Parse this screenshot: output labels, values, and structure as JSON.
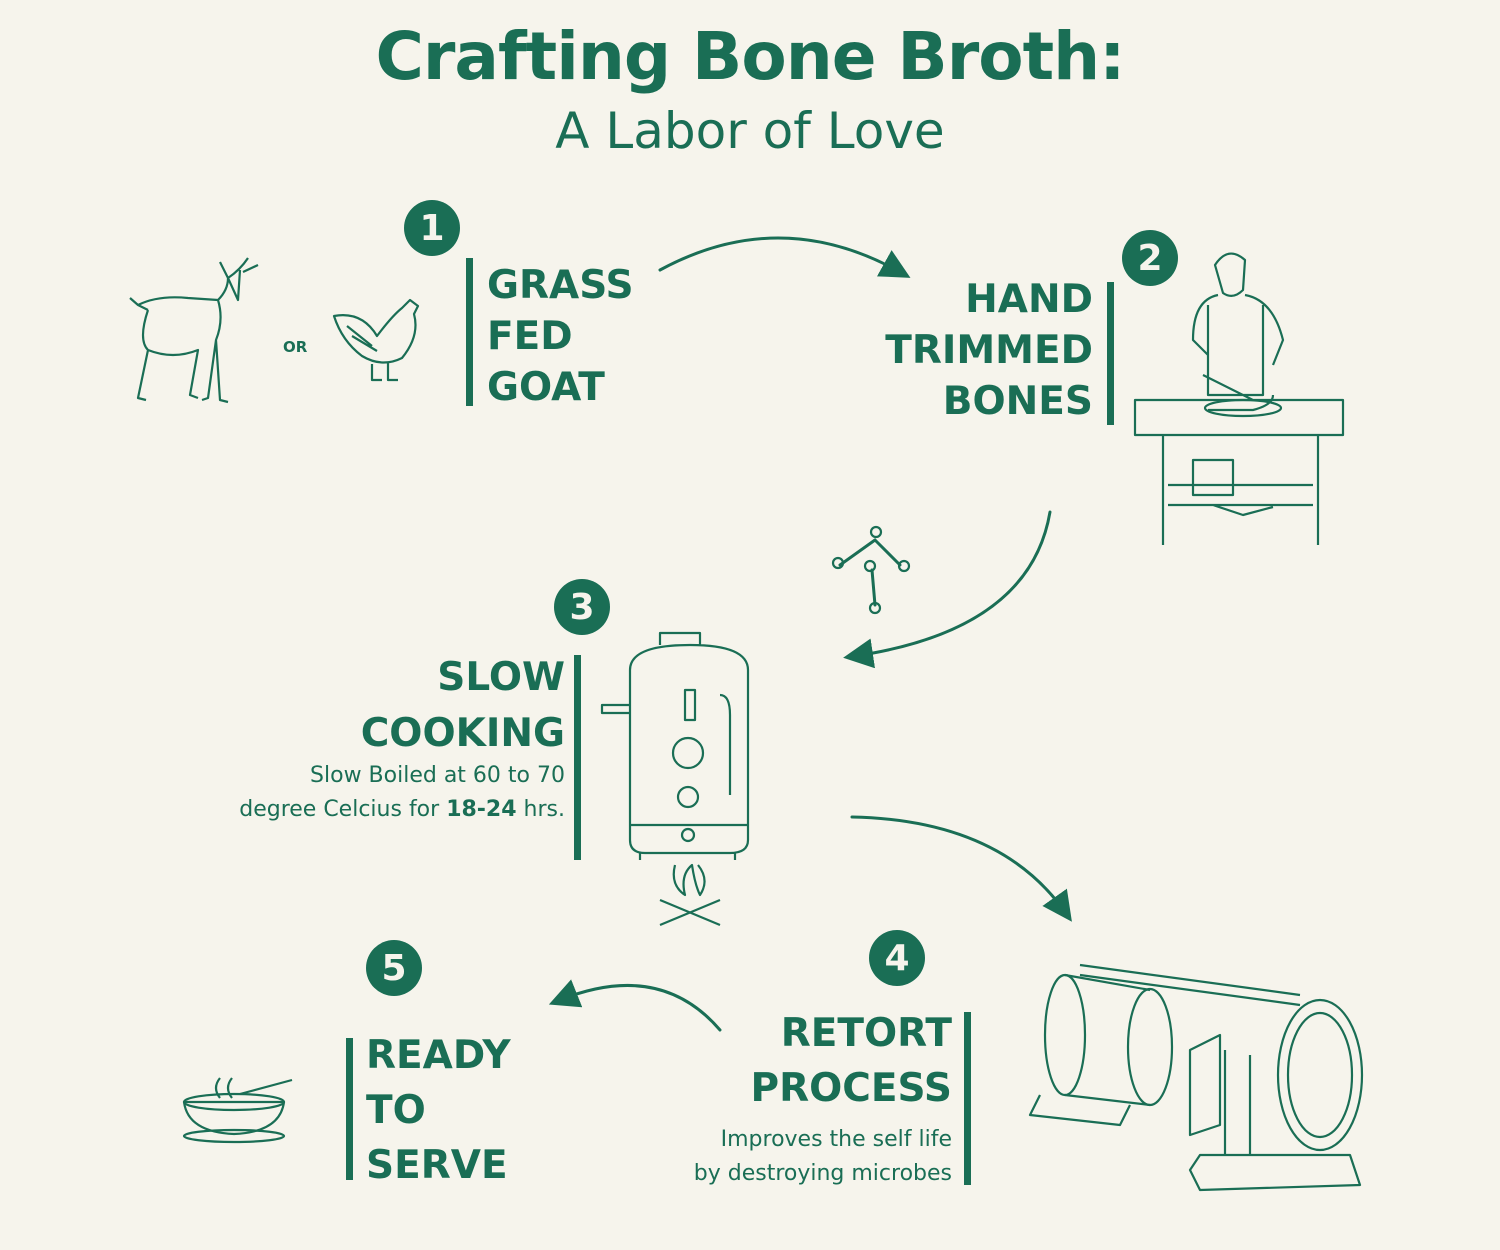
{
  "title": "Crafting Bone Broth:",
  "subtitle": "A Labor of Love",
  "accent_color": "#1a6e55",
  "background_color": "#f6f4ec",
  "or_label": "OR",
  "steps": [
    {
      "number": "1",
      "lines": [
        "GRASS",
        "FED",
        "GOAT"
      ]
    },
    {
      "number": "2",
      "lines": [
        "HAND",
        "TRIMMED",
        "BONES"
      ]
    },
    {
      "number": "3",
      "lines": [
        "SLOW",
        "COOKING"
      ],
      "desc_line1": "Slow Boiled at 60 to 70",
      "desc_line2_a": "degree Celcius for ",
      "desc_line2_bold": "18-24",
      "desc_line2_b": " hrs."
    },
    {
      "number": "4",
      "lines": [
        "RETORT",
        "PROCESS"
      ],
      "desc_line1": "Improves the self life",
      "desc_line2": "by destroying microbes"
    },
    {
      "number": "5",
      "lines": [
        "READY",
        "TO",
        "SERVE"
      ]
    }
  ]
}
